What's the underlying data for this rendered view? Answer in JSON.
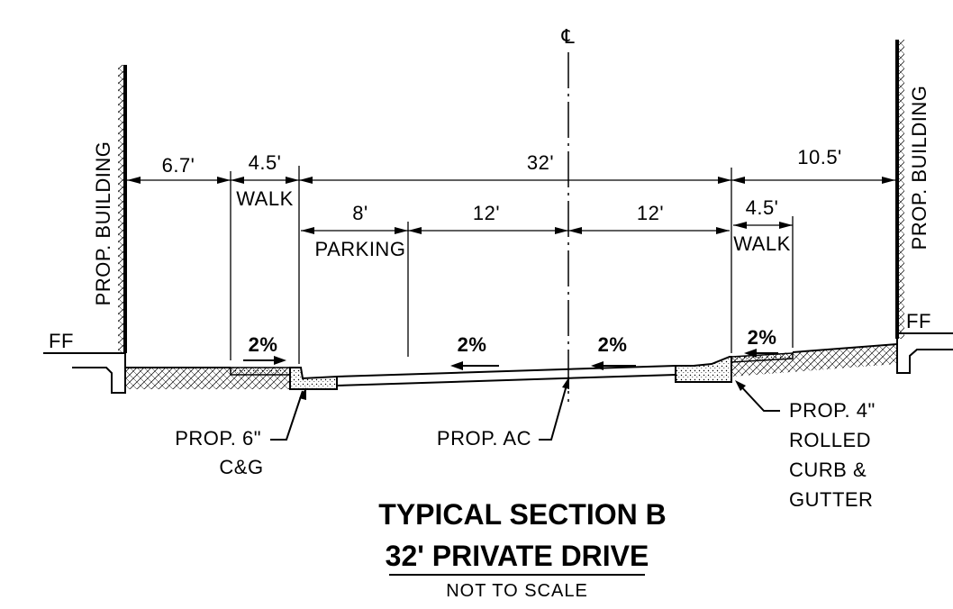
{
  "centerline_symbol": "℄",
  "dimensions": {
    "left_setback": "6.7'",
    "left_walk_width": "4.5'",
    "drive_width": "32'",
    "right_setback": "10.5'",
    "parking_width": "8'",
    "left_lane": "12'",
    "right_lane": "12'",
    "right_walk_width": "4.5'"
  },
  "labels": {
    "left_building": "PROP. BUILDING",
    "right_building": "PROP. BUILDING",
    "left_walk": "WALK",
    "right_walk": "WALK",
    "parking": "PARKING",
    "left_ff": "FF",
    "right_ff": "FF",
    "curb_gutter_left_line1": "PROP. 6\"",
    "curb_gutter_left_line2": "C&G",
    "ac": "PROP. AC",
    "rolled_curb_line1": "PROP. 4\"",
    "rolled_curb_line2": "ROLLED",
    "rolled_curb_line3": "CURB &",
    "rolled_curb_line4": "GUTTER"
  },
  "slopes": {
    "left_walk": "2%",
    "left_drive": "2%",
    "right_drive": "2%",
    "right_walk": "2%"
  },
  "title": {
    "line1": "TYPICAL SECTION B",
    "line2": "32' PRIVATE DRIVE",
    "line3": "NOT TO SCALE"
  },
  "colors": {
    "ink": "#000000",
    "background": "#ffffff"
  }
}
